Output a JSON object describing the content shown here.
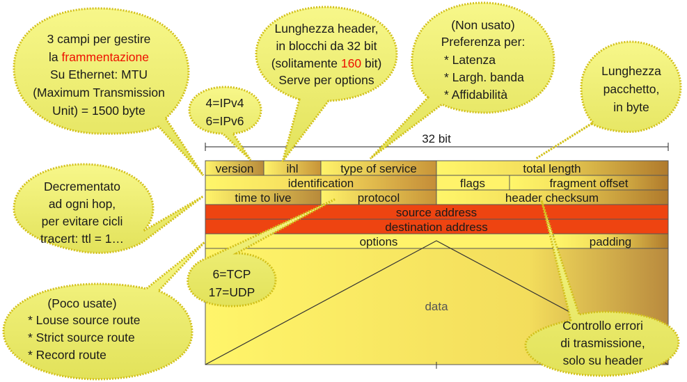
{
  "ruler": {
    "label": "32 bit"
  },
  "fields": {
    "version": "version",
    "ihl": "ihl",
    "type_of_service": "type of service",
    "total_length": "total length",
    "identification": "identification",
    "flags": "flags",
    "fragment_offset": "fragment offset",
    "time_to_live": "time to live",
    "protocol": "protocol",
    "header_checksum": "header checksum",
    "source_address": "source address",
    "destination_address": "destination address",
    "options": "options",
    "padding": "padding",
    "data": "data"
  },
  "bubbles": {
    "fragmentation": {
      "line1": "3 campi per gestire",
      "line2_prefix": "la ",
      "line2_highlight": "frammentazione",
      "line3": "Su Ethernet: MTU",
      "line4": "(Maximum Transmission",
      "line5": "Unit) = 1500 byte"
    },
    "version": {
      "line1": "4=IPv4",
      "line2": "6=IPv6"
    },
    "ihl": {
      "line1": "Lunghezza header,",
      "line2": "in blocchi da 32 bit",
      "line3_prefix": "(solitamente ",
      "line3_highlight": "160",
      "line3_suffix": " bit)",
      "line4": "Serve per options"
    },
    "tos": {
      "line1": "(Non usato)",
      "line2": "Preferenza per:",
      "line3": "* Latenza",
      "line4": "* Largh. banda",
      "line5": "* Affidabilità"
    },
    "total_length": {
      "line1": "Lunghezza",
      "line2": "pacchetto,",
      "line3": "in byte"
    },
    "ttl": {
      "line1": "Decrementato",
      "line2": "ad ogni hop,",
      "line3": "per evitare cicli",
      "line4": "tracert: ttl = 1…"
    },
    "protocol": {
      "line1": "6=TCP",
      "line2": "17=UDP"
    },
    "options": {
      "line1": "(Poco usate)",
      "line2": "* Louse source route",
      "line3": "* Strict source route",
      "line4": "* Record route"
    },
    "checksum": {
      "line1": "Controllo errori",
      "line2": "di trasmissione,",
      "line3": "solo su header"
    }
  },
  "colors": {
    "bubble_fill": "#eeee66",
    "highlight_text": "#ee1100",
    "address_fill": "#ee4411",
    "field_light": "#ffff66",
    "field_dark": "#bb8833"
  }
}
